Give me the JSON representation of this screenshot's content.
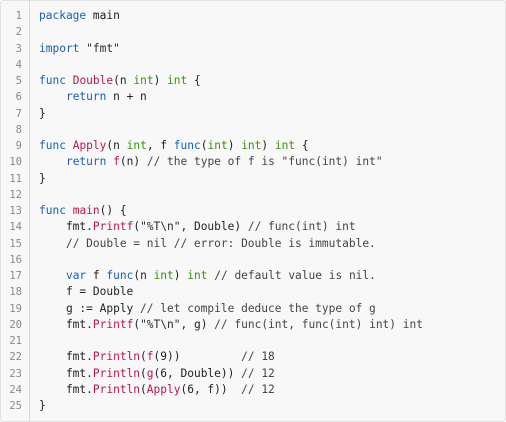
{
  "editor": {
    "lines": [
      {
        "n": "1",
        "t": [
          [
            "kw",
            "package"
          ],
          [
            "p",
            " main"
          ]
        ]
      },
      {
        "n": "2",
        "t": []
      },
      {
        "n": "3",
        "t": [
          [
            "kw",
            "import"
          ],
          [
            "p",
            " "
          ],
          [
            "st",
            "\"fmt\""
          ]
        ]
      },
      {
        "n": "4",
        "t": []
      },
      {
        "n": "5",
        "t": [
          [
            "kw",
            "func"
          ],
          [
            "p",
            " "
          ],
          [
            "fn",
            "Double"
          ],
          [
            "p",
            "(n "
          ],
          [
            "ty",
            "int"
          ],
          [
            "p",
            ") "
          ],
          [
            "ty",
            "int"
          ],
          [
            "p",
            " {"
          ]
        ]
      },
      {
        "n": "6",
        "t": [
          [
            "p",
            "    "
          ],
          [
            "kw",
            "return"
          ],
          [
            "p",
            " n + n"
          ]
        ]
      },
      {
        "n": "7",
        "t": [
          [
            "p",
            "}"
          ]
        ]
      },
      {
        "n": "8",
        "t": []
      },
      {
        "n": "9",
        "t": [
          [
            "kw",
            "func"
          ],
          [
            "p",
            " "
          ],
          [
            "fn",
            "Apply"
          ],
          [
            "p",
            "(n "
          ],
          [
            "ty",
            "int"
          ],
          [
            "p",
            ", f "
          ],
          [
            "kw",
            "func"
          ],
          [
            "p",
            "("
          ],
          [
            "ty",
            "int"
          ],
          [
            "p",
            ") "
          ],
          [
            "ty",
            "int"
          ],
          [
            "p",
            ") "
          ],
          [
            "ty",
            "int"
          ],
          [
            "p",
            " {"
          ]
        ]
      },
      {
        "n": "10",
        "t": [
          [
            "p",
            "    "
          ],
          [
            "kw",
            "return"
          ],
          [
            "p",
            " "
          ],
          [
            "fn",
            "f"
          ],
          [
            "p",
            "(n) "
          ],
          [
            "cm",
            "// the type of f is \"func(int) int\""
          ]
        ]
      },
      {
        "n": "11",
        "t": [
          [
            "p",
            "}"
          ]
        ]
      },
      {
        "n": "12",
        "t": []
      },
      {
        "n": "13",
        "t": [
          [
            "kw",
            "func"
          ],
          [
            "p",
            " "
          ],
          [
            "fn",
            "main"
          ],
          [
            "p",
            "() {"
          ]
        ]
      },
      {
        "n": "14",
        "t": [
          [
            "p",
            "    fmt."
          ],
          [
            "fn",
            "Printf"
          ],
          [
            "p",
            "("
          ],
          [
            "st",
            "\"%T\\n\""
          ],
          [
            "p",
            ", Double) "
          ],
          [
            "cm",
            "// func(int) int"
          ]
        ]
      },
      {
        "n": "15",
        "t": [
          [
            "p",
            "    "
          ],
          [
            "cm",
            "// Double = nil // error: Double is immutable."
          ]
        ]
      },
      {
        "n": "16",
        "t": []
      },
      {
        "n": "17",
        "t": [
          [
            "p",
            "    "
          ],
          [
            "kw",
            "var"
          ],
          [
            "p",
            " f "
          ],
          [
            "kw",
            "func"
          ],
          [
            "p",
            "(n "
          ],
          [
            "ty",
            "int"
          ],
          [
            "p",
            ") "
          ],
          [
            "ty",
            "int"
          ],
          [
            "p",
            " "
          ],
          [
            "cm",
            "// default value is nil."
          ]
        ]
      },
      {
        "n": "18",
        "t": [
          [
            "p",
            "    f = Double"
          ]
        ]
      },
      {
        "n": "19",
        "t": [
          [
            "p",
            "    g := Apply "
          ],
          [
            "cm",
            "// let compile deduce the type of g"
          ]
        ]
      },
      {
        "n": "20",
        "t": [
          [
            "p",
            "    fmt."
          ],
          [
            "fn",
            "Printf"
          ],
          [
            "p",
            "("
          ],
          [
            "st",
            "\"%T\\n\""
          ],
          [
            "p",
            ", g) "
          ],
          [
            "cm",
            "// func(int, func(int) int) int"
          ]
        ]
      },
      {
        "n": "21",
        "t": []
      },
      {
        "n": "22",
        "t": [
          [
            "p",
            "    fmt."
          ],
          [
            "fn",
            "Println"
          ],
          [
            "p",
            "("
          ],
          [
            "fn",
            "f"
          ],
          [
            "p",
            "(9))         "
          ],
          [
            "cm",
            "// 18"
          ]
        ]
      },
      {
        "n": "23",
        "t": [
          [
            "p",
            "    fmt."
          ],
          [
            "fn",
            "Println"
          ],
          [
            "p",
            "("
          ],
          [
            "fn",
            "g"
          ],
          [
            "p",
            "(6, Double)) "
          ],
          [
            "cm",
            "// 12"
          ]
        ]
      },
      {
        "n": "24",
        "t": [
          [
            "p",
            "    fmt."
          ],
          [
            "fn",
            "Println"
          ],
          [
            "p",
            "("
          ],
          [
            "fn",
            "Apply"
          ],
          [
            "p",
            "(6, f))  "
          ],
          [
            "cm",
            "// 12"
          ]
        ]
      },
      {
        "n": "25",
        "t": [
          [
            "p",
            "}"
          ]
        ]
      }
    ]
  }
}
